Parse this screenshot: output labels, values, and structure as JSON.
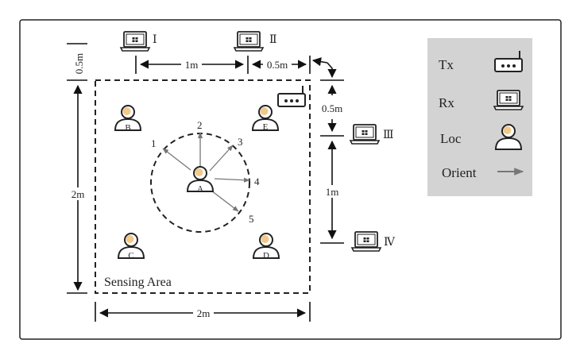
{
  "sensing_area": {
    "label": "Sensing Area"
  },
  "receivers": [
    {
      "label": "Ⅰ"
    },
    {
      "label": "Ⅱ"
    },
    {
      "label": "Ⅲ"
    },
    {
      "label": "Ⅳ"
    }
  ],
  "locations": [
    "A",
    "B",
    "C",
    "D",
    "E"
  ],
  "orientations": [
    "1",
    "2",
    "3",
    "4",
    "5"
  ],
  "dimensions": {
    "left_top_gap": "0.5m",
    "top_rx_spacing": "1m",
    "top_right_gap": "0.5m",
    "right_top_gap": "0.5m",
    "right_rx_spacing": "1m",
    "area_height": "2m",
    "area_width": "2m"
  },
  "legend": {
    "tx": "Tx",
    "rx": "Rx",
    "loc": "Loc",
    "orient": "Orient"
  },
  "colors": {
    "outline": "#1a1a1a",
    "legend_bg": "#d3d3d3",
    "arrow_gray": "#777777",
    "person_fill": "#f2c98a"
  }
}
